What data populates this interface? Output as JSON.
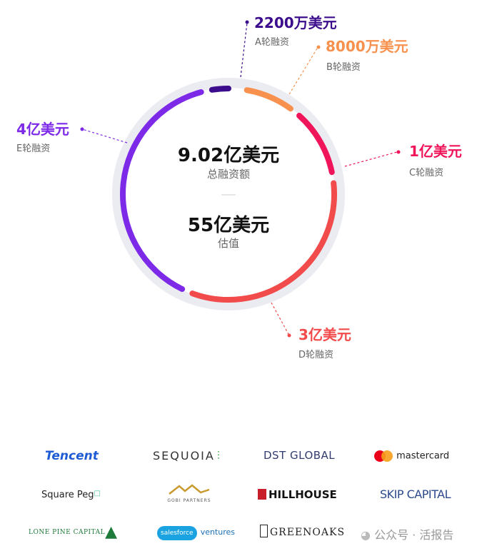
{
  "chart_data": {
    "type": "donut",
    "center": {
      "total_value": "9.02亿美元",
      "total_label": "总融资额",
      "valuation_value": "55亿美元",
      "valuation_label": "估值"
    },
    "segments": [
      {
        "round": "A轮融资",
        "amount_text": "2200万美元",
        "amount_usd_million": 22,
        "color": "#3b0d8c"
      },
      {
        "round": "B轮融资",
        "amount_text": "8000万美元",
        "amount_usd_million": 80,
        "color": "#f7914d"
      },
      {
        "round": "C轮融资",
        "amount_text": "1亿美元",
        "amount_usd_million": 100,
        "color": "#f0145a"
      },
      {
        "round": "D轮融资",
        "amount_text": "3亿美元",
        "amount_usd_million": 300,
        "color": "#f24b4b"
      },
      {
        "round": "E轮融资",
        "amount_text": "4亿美元",
        "amount_usd_million": 400,
        "color": "#7d2ae8"
      }
    ]
  },
  "investors": [
    "Tencent",
    "SEQUOIA",
    "DST GLOBAL",
    "mastercard",
    "Square Peg",
    "GOBI PARTNERS",
    "HILLHOUSE",
    "SKIP CAPITAL",
    "LONE PINE CAPITAL",
    "salesforce",
    "ventures",
    "GREENOAKS"
  ],
  "watermark": "公众号 · 活报告"
}
